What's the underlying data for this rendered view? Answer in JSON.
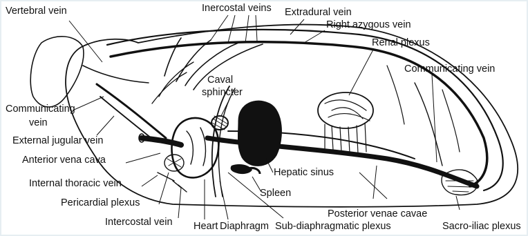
{
  "labels": {
    "vertebral_vein": "Vertebral vein",
    "intercostal_veins": "Inercostal veins",
    "extradural_vein": "Extradural vein",
    "right_azygous_vein": "Right azygous vein",
    "renal_plexus": "Renal plexus",
    "communicating_vein_right": "Communicating vein",
    "caval_sphincter_line1": "Caval",
    "caval_sphincter_line2": "sphincter",
    "communicating_vein_left_line1": "Communicating",
    "communicating_vein_left_line2": "vein",
    "external_jugular_vein": "External jugular vein",
    "anterior_vena_cava": "Anterior vena cava",
    "internal_thoracic_vein": "Internal thoracic vein",
    "pericardial_plexus": "Pericardial plexus",
    "intercostal_vein": "Intercostal vein",
    "heart": "Heart",
    "diaphragm": "Diaphragm",
    "sub_diaphragmatic_plexus": "Sub-diaphragmatic plexus",
    "hepatic_sinus": "Hepatic sinus",
    "spleen": "Spleen",
    "posterior_venae_cavae": "Posterior venae cavae",
    "sacro_iliac_plexus": "Sacro-iliac plexus"
  },
  "colors": {
    "line": "#111111",
    "text": "#111111",
    "background": "#ffffff",
    "frame": "#e6eef2"
  }
}
